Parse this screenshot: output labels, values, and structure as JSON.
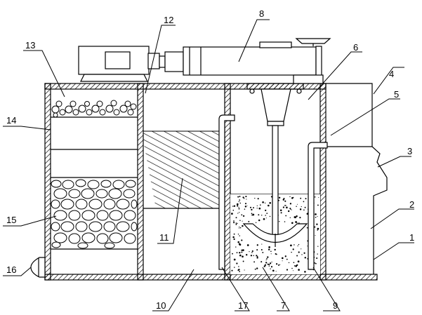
{
  "labels": {
    "l1": "1",
    "l2": "2",
    "l3": "3",
    "l4": "4",
    "l5": "5",
    "l6": "6",
    "l7": "7",
    "l8": "8",
    "l9": "9",
    "l10": "10",
    "l11": "11",
    "l12": "12",
    "l13": "13",
    "l14": "14",
    "l15": "15",
    "l16": "16",
    "l17": "17"
  },
  "colors": {
    "line": "#000000",
    "background": "#ffffff",
    "motor_window": "#ffffff"
  },
  "icons": [
    "motor",
    "handwheel",
    "pebble-filter",
    "sediment",
    "stirring-paddle"
  ]
}
